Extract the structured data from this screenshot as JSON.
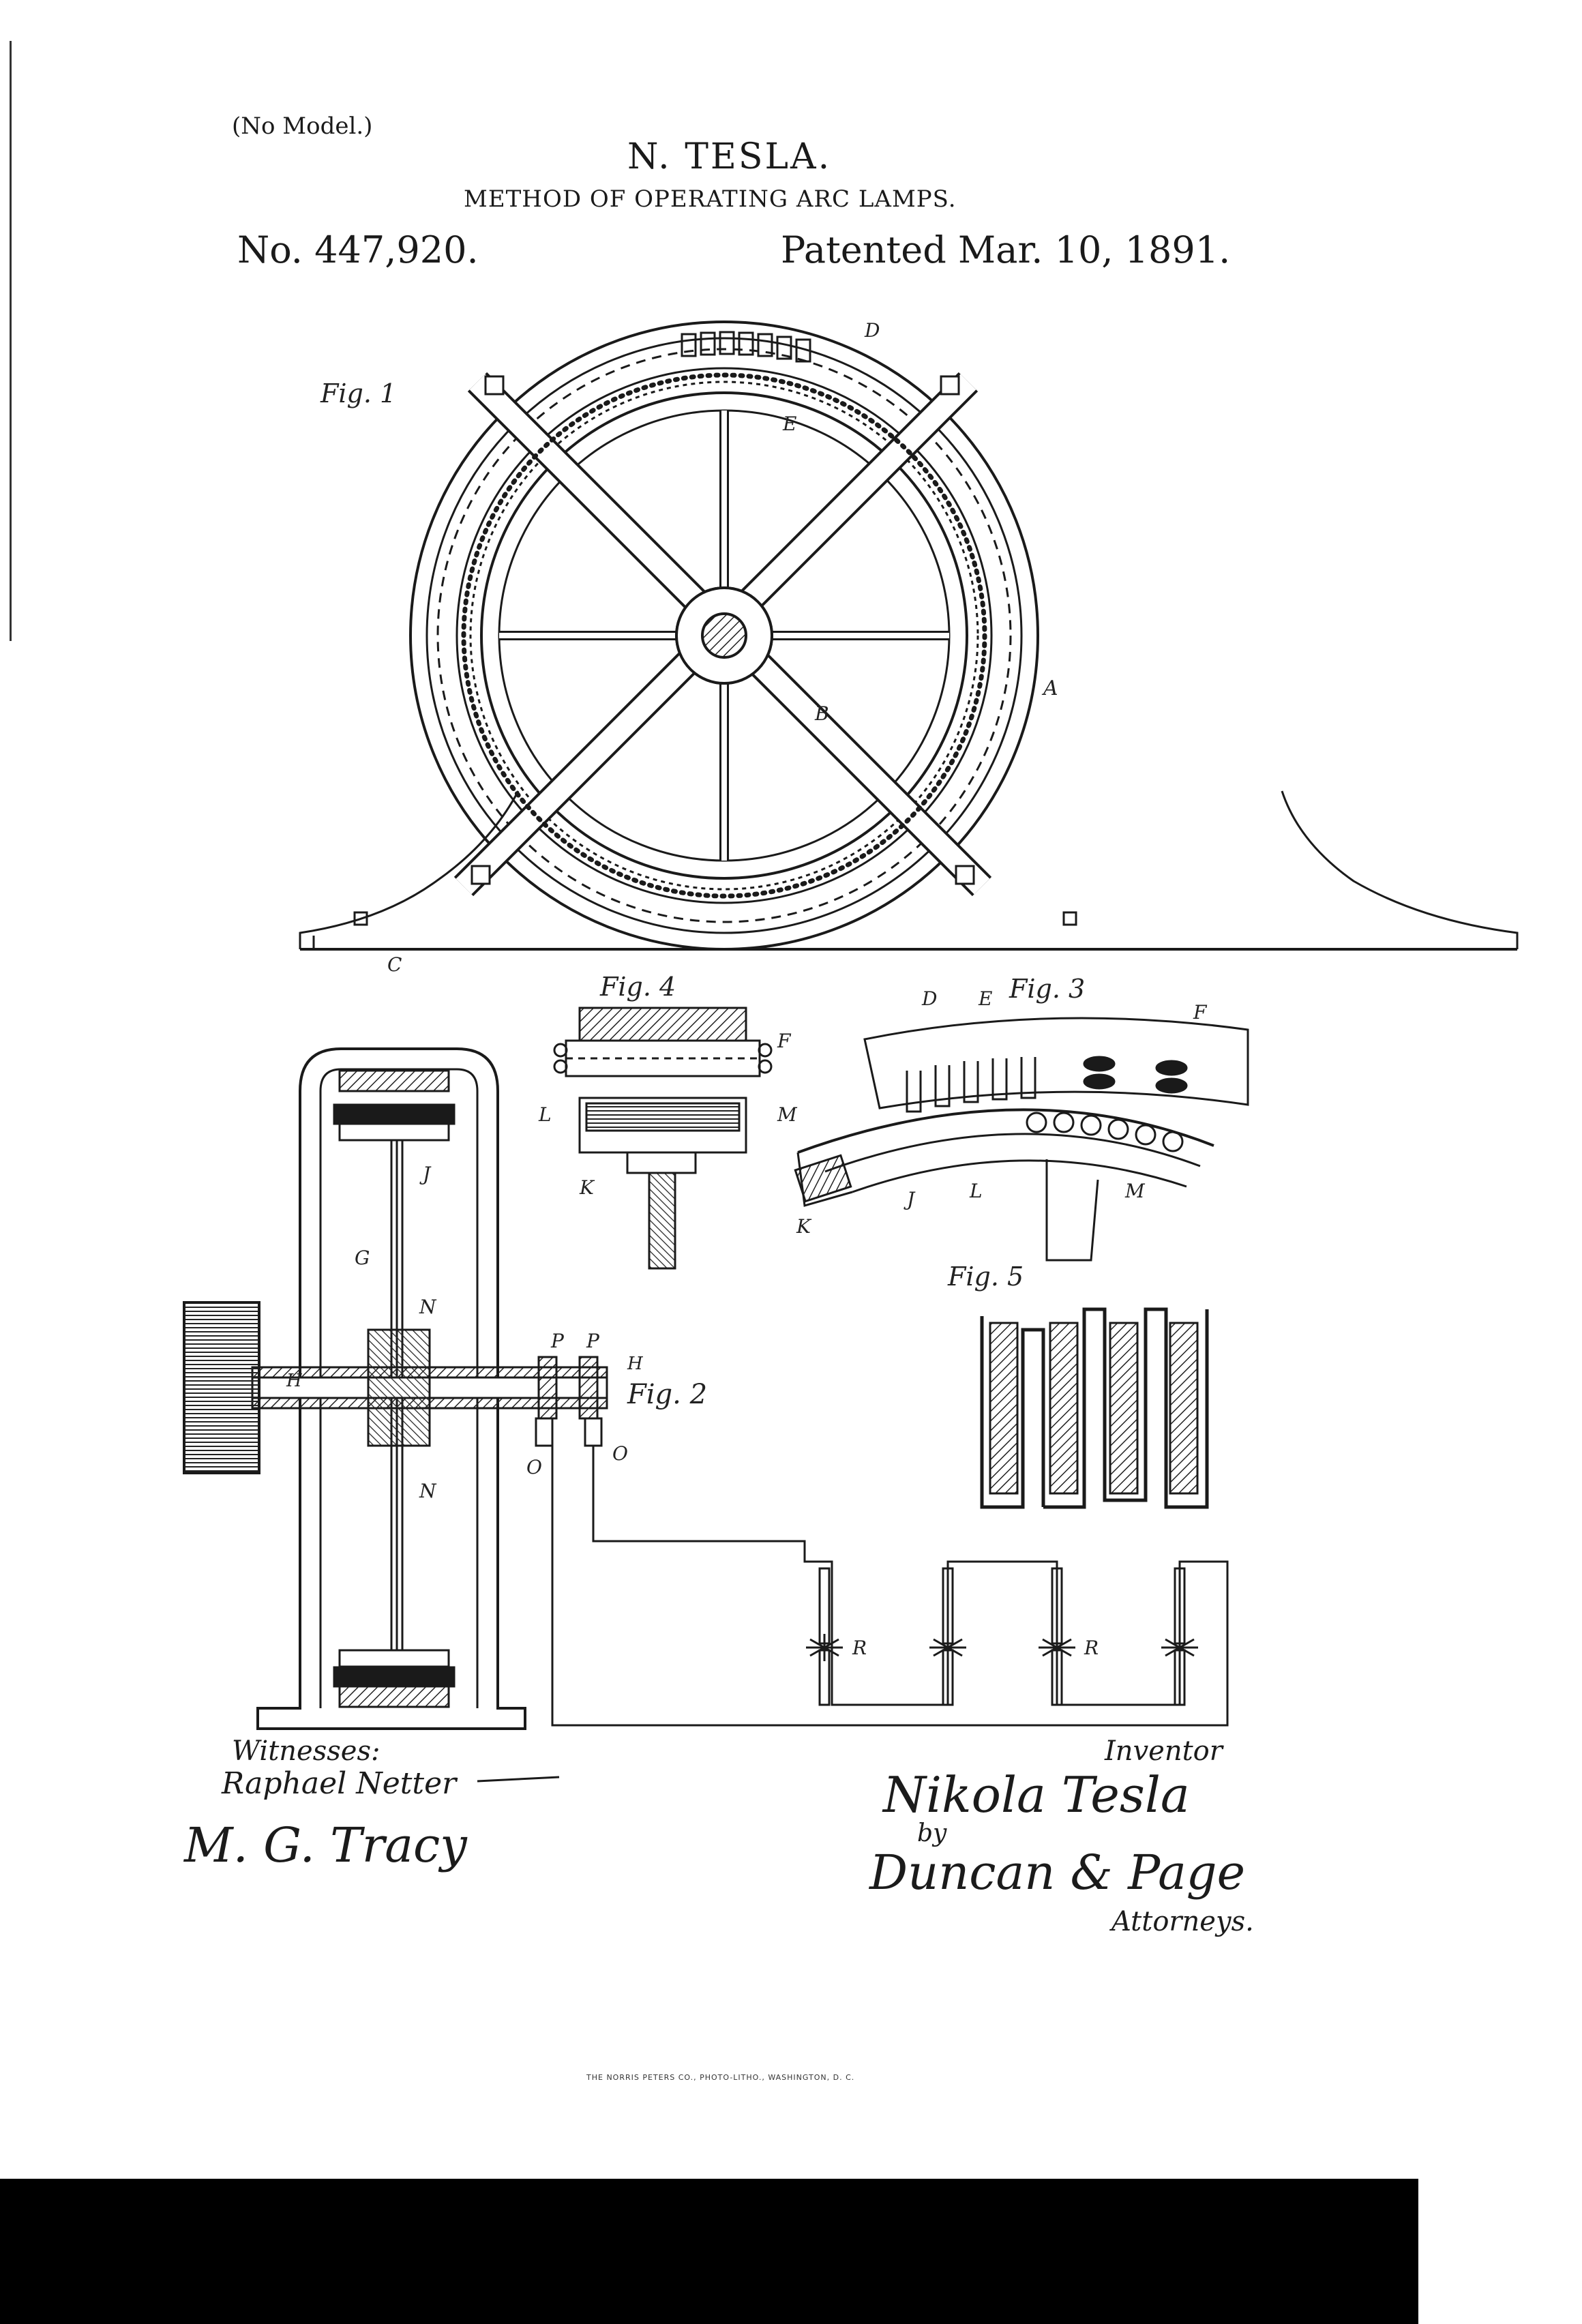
{
  "header": {
    "no_model": "(No Model.)",
    "inventor_name": "N. TESLA.",
    "title": "METHOD OF OPERATING ARC LAMPS.",
    "patent_number": "No. 447,920.",
    "patent_date": "Patented Mar. 10, 1891."
  },
  "figures": {
    "fig1": "Fig. 1",
    "fig2": "Fig. 2",
    "fig3": "Fig. 3",
    "fig4": "Fig. 4",
    "fig5": "Fig. 5"
  },
  "reference_letters": {
    "A": "A",
    "B": "B",
    "C": "C",
    "D": "D",
    "E": "E",
    "F": "F",
    "G": "G",
    "H": "H",
    "J": "J",
    "K": "K",
    "L": "L",
    "M": "M",
    "N": "N",
    "O": "O",
    "P": "P",
    "R": "R"
  },
  "signatures": {
    "witnesses_label": "Witnesses:",
    "witness_1": "Raphael Netter",
    "witness_2": "M. G. Tracy",
    "inventor_label": "Inventor",
    "inventor_signature": "Nikola Tesla",
    "by": "by",
    "attorneys_signature": "Duncan & Page",
    "attorneys_label": "Attorneys."
  },
  "footer": {
    "printer": "THE NORRIS PETERS CO., PHOTO-LITHO., WASHINGTON, D. C."
  }
}
